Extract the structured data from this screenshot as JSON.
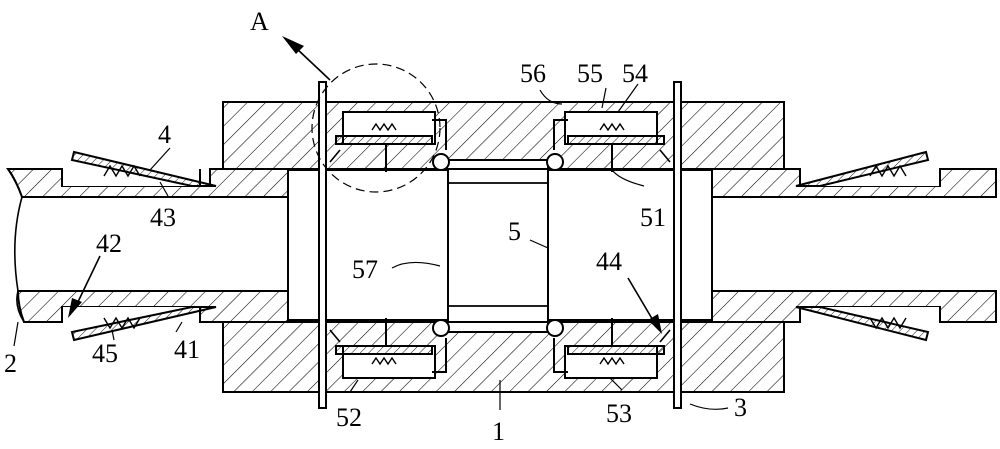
{
  "labels": {
    "A": "A",
    "n1": "1",
    "n2": "2",
    "n3": "3",
    "n4": "4",
    "n5": "5",
    "n41": "41",
    "n42": "42",
    "n43": "43",
    "n44": "44",
    "n45": "45",
    "n51": "51",
    "n52": "52",
    "n53": "53",
    "n54": "54",
    "n55": "55",
    "n56": "56",
    "n57": "57"
  },
  "colors": {
    "line": "#000000",
    "background": "#ffffff"
  }
}
